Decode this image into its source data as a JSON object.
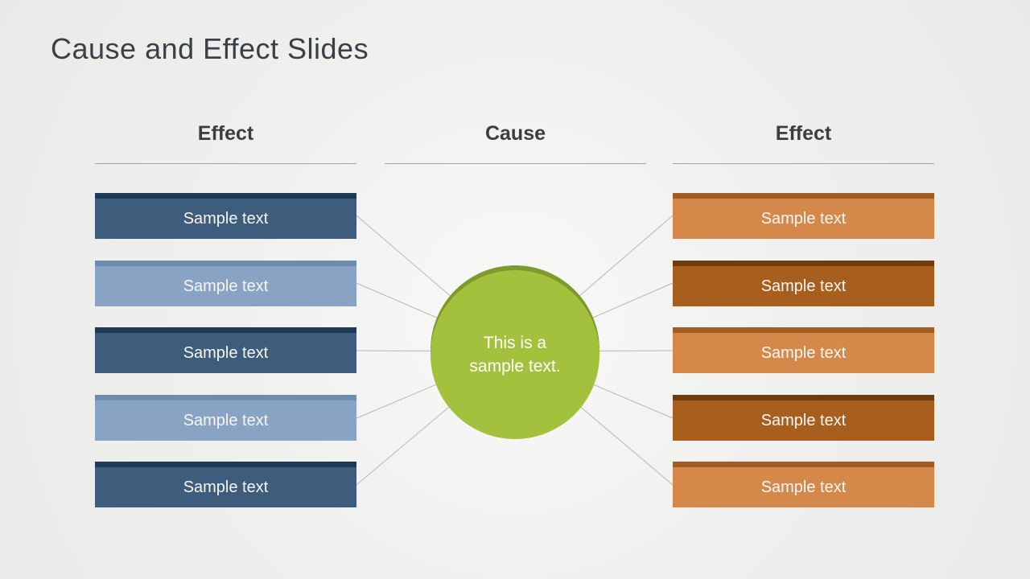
{
  "slide": {
    "title": "Cause and Effect Slides"
  },
  "headers": {
    "left": "Effect",
    "center": "Cause",
    "right": "Effect"
  },
  "center_circle": {
    "text": "This is a sample text."
  },
  "left_bars": [
    {
      "label": "Sample text",
      "variant": "dark-blue"
    },
    {
      "label": "Sample text",
      "variant": "light-blue"
    },
    {
      "label": "Sample text",
      "variant": "dark-blue"
    },
    {
      "label": "Sample text",
      "variant": "light-blue"
    },
    {
      "label": "Sample text",
      "variant": "dark-blue"
    }
  ],
  "right_bars": [
    {
      "label": "Sample text",
      "variant": "light-orange"
    },
    {
      "label": "Sample text",
      "variant": "dark-orange"
    },
    {
      "label": "Sample text",
      "variant": "light-orange"
    },
    {
      "label": "Sample text",
      "variant": "dark-orange"
    },
    {
      "label": "Sample text",
      "variant": "light-orange"
    }
  ],
  "colors": {
    "dark_blue": "#3e5c7c",
    "dark_blue_edge": "#1f3a57",
    "light_blue": "#88a3c4",
    "light_blue_edge": "#6d8cae",
    "light_orange": "#d4894a",
    "light_orange_edge": "#a25d24",
    "dark_orange": "#a85f1e",
    "dark_orange_edge": "#703c0e",
    "circle_green": "#a4c13e",
    "circle_green_edge": "#7e992c",
    "connector_line": "#b8b8b6",
    "background": "#ededEB",
    "title_text": "#3b4046",
    "header_text": "#3d3d3d"
  }
}
